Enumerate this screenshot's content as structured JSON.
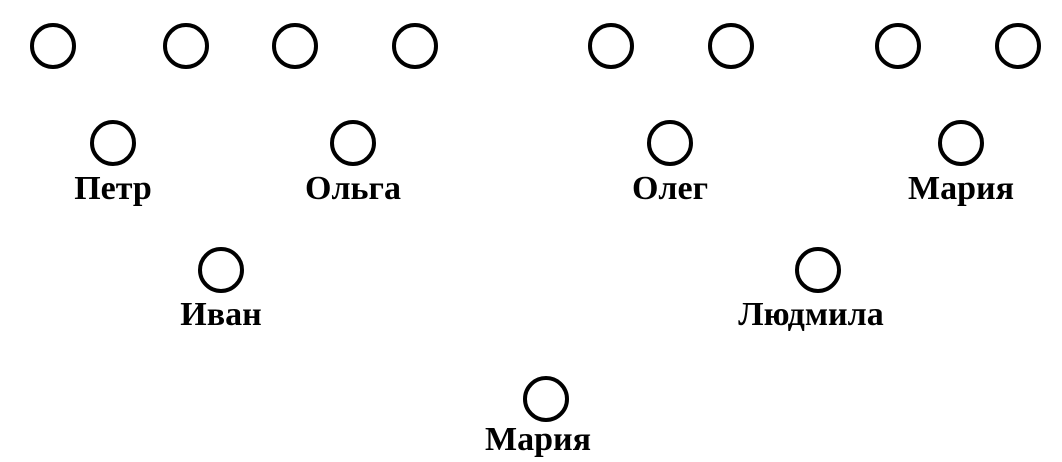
{
  "diagram": {
    "generation_3": [
      {
        "name": ""
      },
      {
        "name": ""
      },
      {
        "name": ""
      },
      {
        "name": ""
      },
      {
        "name": ""
      },
      {
        "name": ""
      },
      {
        "name": ""
      },
      {
        "name": ""
      }
    ],
    "generation_2": [
      {
        "name": "Петр"
      },
      {
        "name": "Ольга"
      },
      {
        "name": "Олег"
      },
      {
        "name": "Мария"
      }
    ],
    "generation_1": [
      {
        "name": "Иван"
      },
      {
        "name": "Людмила"
      }
    ],
    "generation_0": [
      {
        "name": "Мария"
      }
    ]
  }
}
